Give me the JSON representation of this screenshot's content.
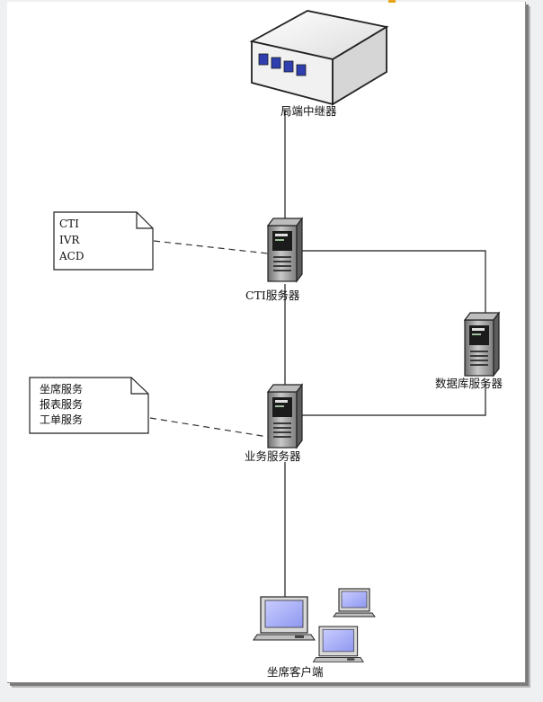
{
  "diagram": {
    "nodes": {
      "trunk": {
        "label": "局端中继器",
        "icon": "trunk-device-icon"
      },
      "cti_server": {
        "label": "CTI服务器",
        "icon": "tower-server-icon"
      },
      "business_server": {
        "label": "业务服务器",
        "icon": "tower-server-icon"
      },
      "db_server": {
        "label": "数据库服务器",
        "icon": "tower-server-icon"
      },
      "agent_clients": {
        "label": "坐席客户端",
        "icon": "desktop-computer-icon"
      }
    },
    "notes": {
      "cti_note": {
        "lines": [
          "CTI",
          "IVR",
          "ACD"
        ]
      },
      "business_note": {
        "lines": [
          "坐席服务",
          "报表服务",
          "工单服务"
        ]
      }
    },
    "edges": [
      {
        "from": "trunk",
        "to": "cti_server",
        "style": "solid"
      },
      {
        "from": "cti_server",
        "to": "business_server",
        "style": "solid"
      },
      {
        "from": "cti_server",
        "to": "db_server",
        "style": "solid"
      },
      {
        "from": "business_server",
        "to": "db_server",
        "style": "solid"
      },
      {
        "from": "business_server",
        "to": "agent_clients",
        "style": "solid"
      },
      {
        "from": "cti_note",
        "to": "cti_server",
        "style": "dashed"
      },
      {
        "from": "business_note",
        "to": "business_server",
        "style": "dashed"
      }
    ],
    "colors": {
      "line": "#1a1a1a",
      "server_body": "#9a9a9a",
      "screen": "#aab0ff",
      "trunk_ports": "#2f3fb0"
    }
  }
}
